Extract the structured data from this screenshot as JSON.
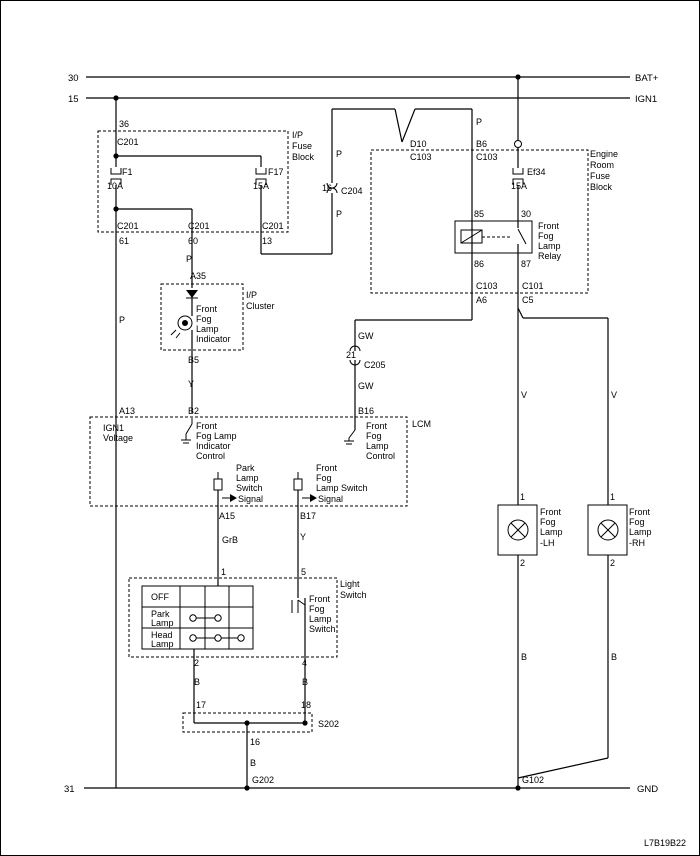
{
  "rails": {
    "bat_num": "30",
    "bat_label": "BAT+",
    "ign_num": "15",
    "ign_label": "IGN1",
    "gnd_num": "31",
    "gnd_label": "GND"
  },
  "ip_fuse_block": {
    "title": [
      "I/P",
      "Fuse",
      "Block"
    ],
    "pin_36": "36",
    "c201_a": "C201",
    "f1_name": "F1",
    "f1_amp": "10A",
    "f17_name": "F17",
    "f17_amp": "15A",
    "c201_b": "C201",
    "pin_61": "61",
    "c201_c": "C201",
    "pin_60": "60",
    "c201_d": "C201",
    "pin_13": "13"
  },
  "c204": {
    "wire_p1": "P",
    "pin": "16",
    "name": "C204",
    "wire_p2": "P"
  },
  "engine_fuse_block": {
    "title": [
      "Engine",
      "Room",
      "Fuse",
      "Block"
    ],
    "d10": "D10",
    "c103_a": "C103",
    "b6": "B6",
    "c103_b": "C103",
    "wire_p": "P",
    "fuse_name": "Ef34",
    "fuse_amp": "15A",
    "pin_85": "85",
    "pin_30": "30",
    "pin_86": "86",
    "pin_87": "87",
    "relay_label": [
      "Front",
      "Fog",
      "Lamp",
      "Relay"
    ],
    "c103_c": "C103",
    "a6": "A6",
    "c101": "C101",
    "c5": "C5"
  },
  "ip_cluster": {
    "wire_p": "P",
    "a35": "A35",
    "title": [
      "I/P",
      "Cluster"
    ],
    "indicator": [
      "Front",
      "Fog",
      "Lamp",
      "Indicator"
    ],
    "b5": "B5",
    "wire_y": "Y"
  },
  "c205": {
    "wire_gw1": "GW",
    "pin": "21",
    "name": "C205",
    "wire_gw2": "GW"
  },
  "lcm": {
    "title": "LCM",
    "wire_p": "P",
    "a13": "A13",
    "ign_voltage": [
      "IGN1",
      "Voltage"
    ],
    "b2": "B2",
    "indicator_ctrl": [
      "Front",
      "Fog Lamp",
      "Indicator",
      "Control"
    ],
    "b16": "B16",
    "lamp_ctrl": [
      "Front",
      "Fog",
      "Lamp",
      "Control"
    ],
    "park_signal": [
      "Park",
      "Lamp",
      "Switch",
      "Signal"
    ],
    "fog_signal": [
      "Front",
      "Fog",
      "Lamp Switch",
      "Signal"
    ],
    "a15": "A15",
    "b17": "B17"
  },
  "light_switch": {
    "wire_grb": "GrB",
    "wire_y": "Y",
    "pin_1": "1",
    "pin_5": "5",
    "title": [
      "Light",
      "Switch"
    ],
    "off": "OFF",
    "park_lamp": [
      "Park",
      "Lamp"
    ],
    "head_lamp": [
      "Head",
      "Lamp"
    ],
    "fog_switch": [
      "Front",
      "Fog",
      "Lamp",
      "Switch"
    ],
    "pin_2": "2",
    "pin_4": "4",
    "wire_b1": "B",
    "wire_b2": "B"
  },
  "s202": {
    "pin_17": "17",
    "pin_18": "18",
    "name": "S202",
    "pin_16": "16",
    "wire_b": "B",
    "g202": "G202"
  },
  "fog_lamps": {
    "wire_v1": "V",
    "wire_v2": "V",
    "lh_pin1": "1",
    "lh_pin2": "2",
    "lh_label": [
      "Front",
      "Fog",
      "Lamp",
      "-LH"
    ],
    "rh_pin1": "1",
    "rh_pin2": "2",
    "rh_label": [
      "Front",
      "Fog",
      "Lamp",
      "-RH"
    ],
    "wire_b1": "B",
    "wire_b2": "B",
    "g102": "G102"
  },
  "diagram_code": "L7B19B22"
}
